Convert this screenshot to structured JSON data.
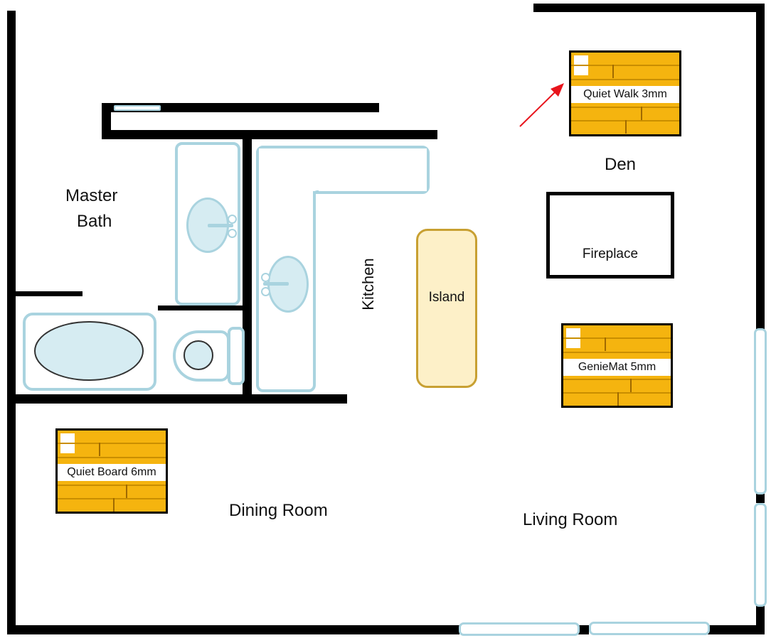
{
  "rooms": {
    "master_bath": [
      "Master",
      "Bath"
    ],
    "kitchen": "Kitchen",
    "den": "Den",
    "dining_room": "Dining Room",
    "living_room": "Living Room"
  },
  "fixtures": {
    "island": "Island",
    "fireplace": "Fireplace"
  },
  "flooring": {
    "quiet_walk": "Quiet Walk 3mm",
    "genie_mat": "GenieMat 5mm",
    "quiet_board": "Quiet Board 6mm"
  },
  "colors": {
    "wall": "#000000",
    "fixture_outline": "#a9d3df",
    "fixture_fill": "#d6ecf2",
    "flooring": "#f5b40f",
    "island_fill": "#fdf0c8",
    "island_outline": "#c8a032",
    "arrow": "#e8141c"
  }
}
